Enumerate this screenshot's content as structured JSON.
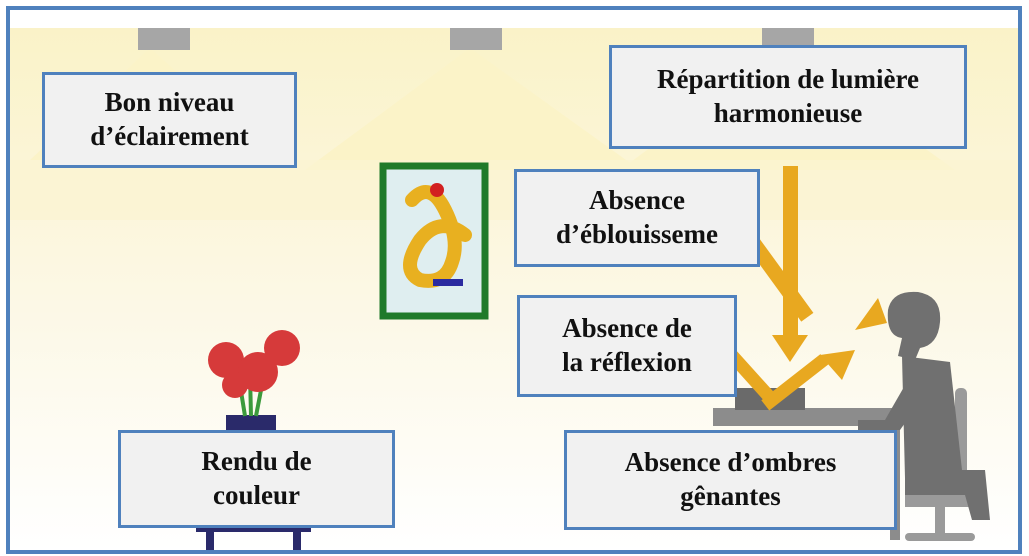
{
  "labels": {
    "bon_niveau": "Bon niveau\nd’éclairement",
    "repartition": "Répartition de lumière\nharmonieuse",
    "eblouissement": "Absence\nd’éblouisseme",
    "reflexion": "Absence de\nla réflexion",
    "rendu": "Rendu de\ncouleur",
    "ombres": "Absence d’ombres\ngênantes"
  },
  "colors": {
    "frame": "#4f81bd",
    "label_bg": "#f1f1f1",
    "light_cone": "#f8f0c4",
    "arrow": "#e8a820",
    "person": "#707070",
    "picture_frame": "#1f7a2a",
    "flower": "#d63a3a"
  }
}
